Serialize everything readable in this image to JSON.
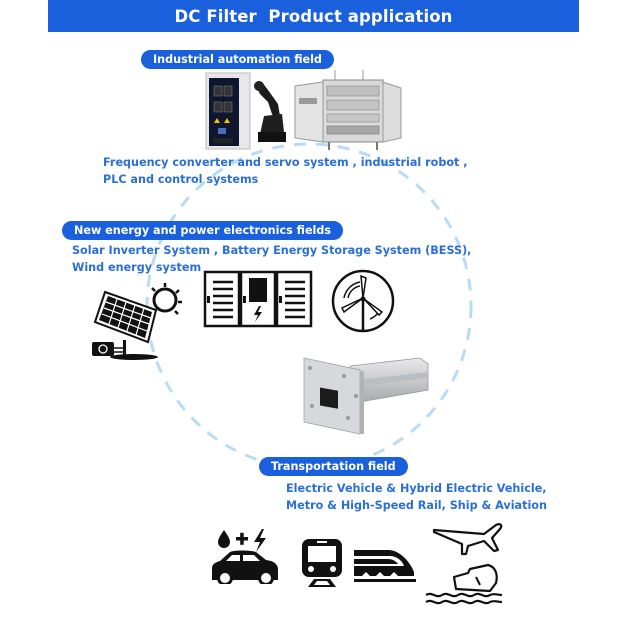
{
  "header": {
    "title": "DC Filter  Product application"
  },
  "colors": {
    "accent": "#1a5fdc",
    "text_blue": "#2a6fd8",
    "dash_circle": "#b8dcf6",
    "icon": "#111111"
  },
  "sections": [
    {
      "label": "Industrial automation field",
      "description_lines": [
        "Frequency converter and servo system , industrial robot ,",
        "PLC and control systems"
      ],
      "images": [
        "servo-drive-image",
        "industrial-robot-image",
        "control-cabinet-image"
      ]
    },
    {
      "label": "New energy and power electronics fields",
      "description_lines": [
        "Solar Inverter System , Battery Energy Storage System (BESS),",
        "Wind energy system"
      ],
      "icons": [
        "solar-panel-icon",
        "battery-storage-cabinet-icon",
        "wind-turbine-icon"
      ]
    },
    {
      "label": "Transportation field",
      "description_lines": [
        "Electric Vehicle & Hybrid Electric Vehicle,",
        "Metro & High-Speed Rail, Ship & Aviation"
      ],
      "icons": [
        "hybrid-car-icon",
        "metro-train-icon",
        "high-speed-train-icon",
        "airplane-icon",
        "ship-icon"
      ]
    }
  ],
  "product": {
    "image": "dc-filter-product-image"
  }
}
